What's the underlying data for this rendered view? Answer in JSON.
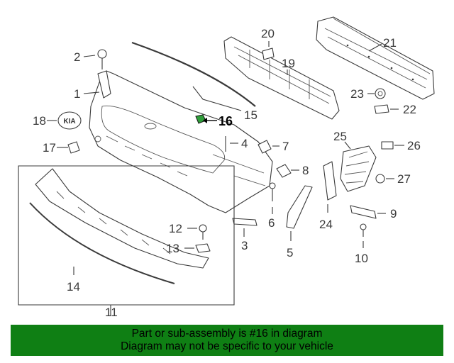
{
  "callouts": {
    "c1": "1",
    "c2": "2",
    "c3": "3",
    "c4": "4",
    "c5": "5",
    "c6": "6",
    "c7": "7",
    "c8": "8",
    "c9": "9",
    "c10": "10",
    "c11": "11",
    "c12": "12",
    "c13": "13",
    "c14": "14",
    "c15": "15",
    "c16": "16",
    "c17": "17",
    "c18": "18",
    "c19": "19",
    "c20": "20",
    "c21": "21",
    "c22": "22",
    "c23": "23",
    "c24": "24",
    "c25": "25",
    "c26": "26",
    "c27": "27"
  },
  "emblem_text": "KIA",
  "highlight_color": "#2f9e3a",
  "banner": {
    "line1": "Part or sub-assembly is #16 in diagram",
    "line2": "Diagram may not be specific to your vehicle",
    "color": "#0f7f14"
  }
}
